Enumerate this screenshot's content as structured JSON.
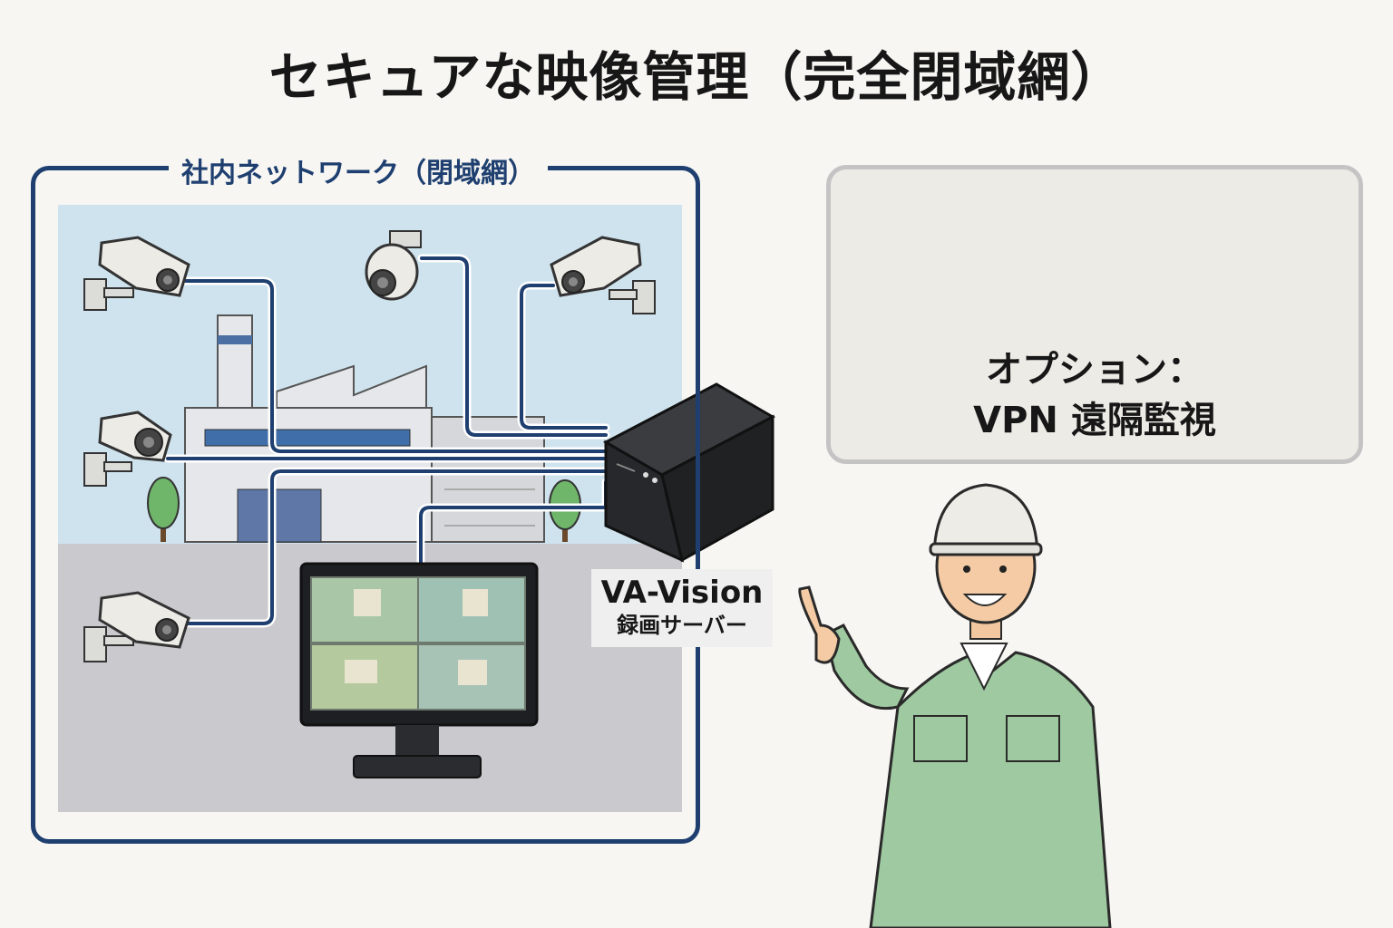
{
  "title": "セキュアな映像管理（完全閉域網）",
  "network": {
    "label": "社内ネットワーク（閉域網）"
  },
  "server": {
    "name": "VA-Vision",
    "subtitle": "録画サーバー"
  },
  "option": {
    "line1": "オプション：",
    "line2": "VPN 遠隔監視"
  },
  "colors": {
    "frame": "#1e3f6f",
    "cable": "#1e3f6f",
    "sky": "#cfe3ee",
    "ground": "#c9c9ce",
    "uniform": "#9fc9a0",
    "lock": "#f2c338",
    "globe": "#3d86c6"
  },
  "icons": [
    "security-camera-icon",
    "factory-icon",
    "server-icon",
    "monitor-icon",
    "lock-icon",
    "globe-icon",
    "laptop-icon",
    "smartphone-icon",
    "worker-illustration"
  ]
}
